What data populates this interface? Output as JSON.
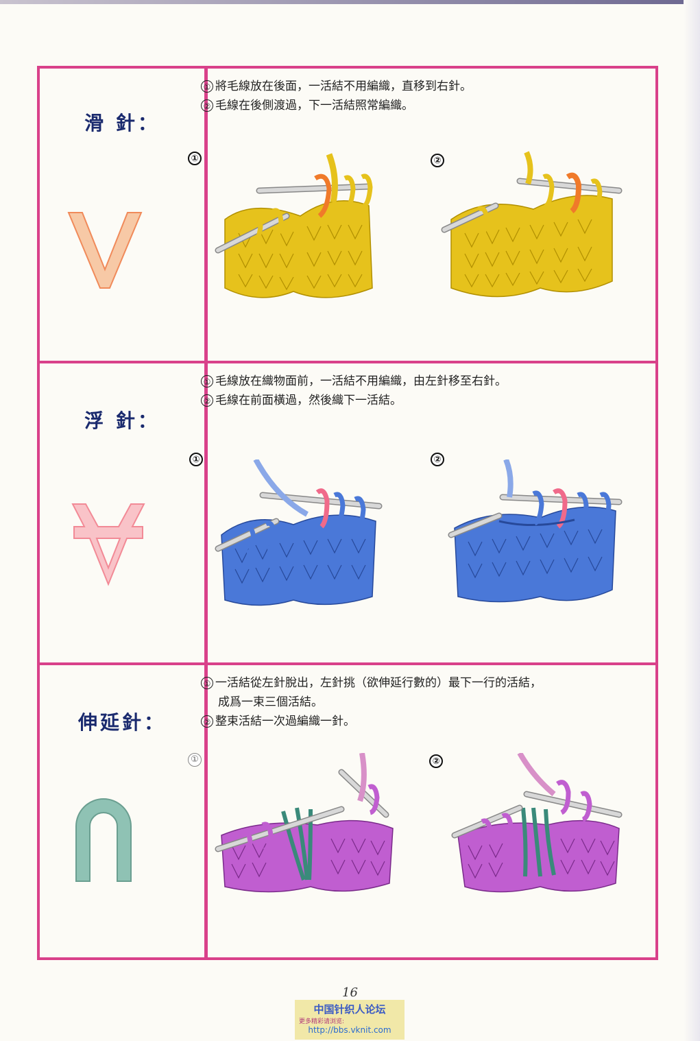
{
  "sections": [
    {
      "title": "滑 針：",
      "symbol": "v-symbol",
      "symbol_color": "#f08a5a",
      "steps": [
        "將毛線放在後面，一活結不用編織，直移到右針。",
        "毛線在後側渡過，下一活結照常編織。"
      ],
      "step_marks": [
        "①",
        "②"
      ],
      "yarn_color": "#e6c21c",
      "highlight_color": "#f07a2a",
      "needle_color": "#cfcfcf"
    },
    {
      "title": "浮 針：",
      "symbol": "float-symbol",
      "symbol_color": "#f28a96",
      "steps": [
        "毛線放在織物面前，一活結不用編織，由左針移至右針。",
        "毛線在前面橫過，然後織下一活結。"
      ],
      "step_marks": [
        "①",
        "②"
      ],
      "yarn_color": "#4a78d8",
      "highlight_color": "#f06a8a",
      "needle_color": "#cfcfcf"
    },
    {
      "title": "伸延針：",
      "symbol": "u-symbol",
      "symbol_color": "#6a9e90",
      "steps": [
        "一活結從左針脫出，左針挑（欲伸延行數的）最下一行的活結，成爲一束三個活結。",
        "整束活結一次過編織一針。"
      ],
      "step_lines": [
        "一活結從左針脫出，左針挑（欲伸延行數的）最下一行的活結，",
        "成爲一束三個活結。",
        "整束活結一次過編織一針。"
      ],
      "step_marks": [
        "①",
        "②"
      ],
      "yarn_color": "#c05ed0",
      "highlight_color": "#3a8a7a",
      "needle_color": "#cfcfcf"
    }
  ],
  "page_number": "16",
  "watermark": {
    "title": "中国针织人论坛",
    "subtitle": "更多精彩请浏览:",
    "url": "http://bbs.vknit.com"
  }
}
